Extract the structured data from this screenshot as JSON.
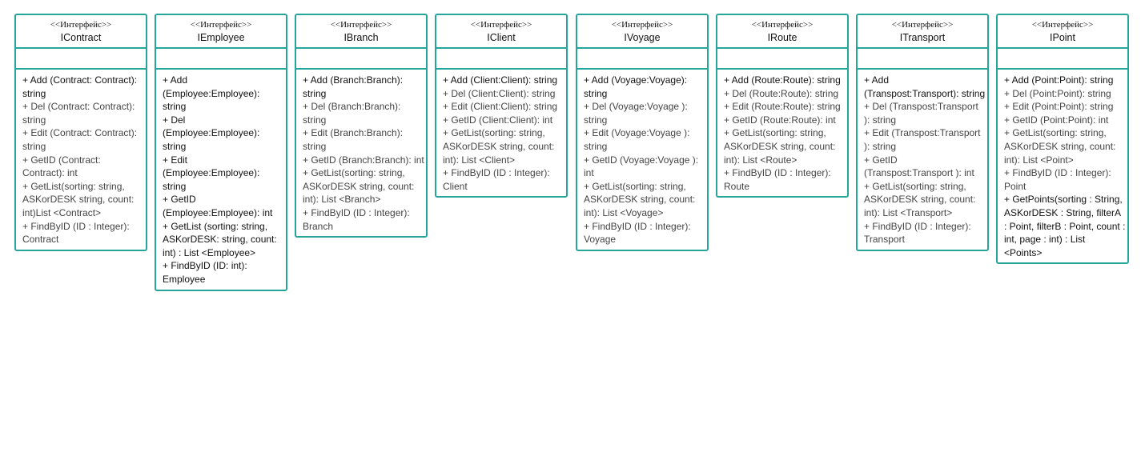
{
  "interfaces": [
    {
      "stereotype": "<<Интерфейс>>",
      "name": "IContract",
      "operations": [
        {
          "text": "+ Add (Contract: Contract): string",
          "emph": true
        },
        {
          "text": "+ Del (Contract: Contract): string",
          "emph": false
        },
        {
          "text": "+ Edit (Contract: Contract): string",
          "emph": false
        },
        {
          "text": "+ GetID (Contract: Contract): int",
          "emph": false
        },
        {
          "text": "+ GetList(sorting: string, ASKorDESK string, count: int)List <Contract>",
          "emph": false
        },
        {
          "text": "+ FindByID (ID : Integer): Contract",
          "emph": false
        }
      ]
    },
    {
      "stereotype": "<<Интерфейс>>",
      "name": "IEmployee",
      "operations": [
        {
          "text": "+ Add (Employee:Employee): string",
          "emph": true
        },
        {
          "text": "+ Del (Employee:Employee): string",
          "emph": true
        },
        {
          "text": "+ Edit (Employee:Employee): string",
          "emph": true
        },
        {
          "text": "+ GetID (Employee:Employee): int",
          "emph": true
        },
        {
          "text": "+ GetList (sorting: string, ASKorDESK: string, count: int) : List <Employee>",
          "emph": true
        },
        {
          "text": "+ FindByID (ID: int): Employee",
          "emph": true
        }
      ]
    },
    {
      "stereotype": "<<Интерфейс>>",
      "name": "IBranch",
      "operations": [
        {
          "text": "+ Add (Branch:Branch): string",
          "emph": true
        },
        {
          "text": "+ Del (Branch:Branch): string",
          "emph": false
        },
        {
          "text": "+ Edit (Branch:Branch): string",
          "emph": false
        },
        {
          "text": "+ GetID (Branch:Branch): int",
          "emph": false
        },
        {
          "text": "+ GetList(sorting: string, ASKorDESK string, count: int): List <Branch>",
          "emph": false
        },
        {
          "text": "+ FindByID (ID : Integer): Branch",
          "emph": false
        }
      ]
    },
    {
      "stereotype": "<<Интерфейс>>",
      "name": "IClient",
      "operations": [
        {
          "text": "+ Add (Client:Client): string",
          "emph": true
        },
        {
          "text": "+ Del (Client:Client): string",
          "emph": false
        },
        {
          "text": "+ Edit (Client:Client): string",
          "emph": false
        },
        {
          "text": "+ GetID (Client:Client): int",
          "emph": false
        },
        {
          "text": "+ GetList(sorting: string, ASKorDESK string, count: int): List <Client>",
          "emph": false
        },
        {
          "text": "+ FindByID (ID : Integer): Client",
          "emph": false
        }
      ]
    },
    {
      "stereotype": "<<Интерфейс>>",
      "name": "IVoyage",
      "operations": [
        {
          "text": "+ Add (Voyage:Voyage): string",
          "emph": true
        },
        {
          "text": "+ Del (Voyage:Voyage ): string",
          "emph": false
        },
        {
          "text": "+ Edit (Voyage:Voyage ): string",
          "emph": false
        },
        {
          "text": "+ GetID (Voyage:Voyage ): int",
          "emph": false
        },
        {
          "text": "+ GetList(sorting: string, ASKorDESK string, count: int): List <Voyage>",
          "emph": false
        },
        {
          "text": "+ FindByID (ID : Integer): Voyage",
          "emph": false
        }
      ]
    },
    {
      "stereotype": "<<Интерфейс>>",
      "name": "IRoute",
      "operations": [
        {
          "text": "+ Add (Route:Route): string",
          "emph": true
        },
        {
          "text": "+ Del (Route:Route): string",
          "emph": false
        },
        {
          "text": "+ Edit (Route:Route): string",
          "emph": false
        },
        {
          "text": "+ GetID (Route:Route): int",
          "emph": false
        },
        {
          "text": "+ GetList(sorting: string, ASKorDESK string, count: int): List <Route>",
          "emph": false
        },
        {
          "text": "+ FindByID (ID : Integer): Route",
          "emph": false
        }
      ]
    },
    {
      "stereotype": "<<Интерфейс>>",
      "name": "ITransport",
      "operations": [
        {
          "text": "+ Add (Transpost:Transport): string",
          "emph": true
        },
        {
          "text": "+ Del (Transpost:Transport ): string",
          "emph": false
        },
        {
          "text": "+ Edit (Transpost:Transport ): string",
          "emph": false
        },
        {
          "text": "+ GetID (Transpost:Transport ): int",
          "emph": false
        },
        {
          "text": "+ GetList(sorting: string, ASKorDESK string, count: int): List <Transport>",
          "emph": false
        },
        {
          "text": "+ FindByID (ID : Integer): Transport",
          "emph": false
        }
      ]
    },
    {
      "stereotype": "<<Интерфейс>>",
      "name": "IPoint",
      "operations": [
        {
          "text": "+ Add (Point:Point): string",
          "emph": true
        },
        {
          "text": "+ Del (Point:Point): string",
          "emph": false
        },
        {
          "text": "+ Edit (Point:Point): string",
          "emph": false
        },
        {
          "text": "+ GetID (Point:Point): int",
          "emph": false
        },
        {
          "text": "+ GetList(sorting: string, ASKorDESK string, count: int): List <Point>",
          "emph": false
        },
        {
          "text": "+ FindByID (ID : Integer): Point",
          "emph": false
        },
        {
          "text": "+ GetPoints(sorting : String, ASKorDESK : String, filterA : Point, filterB : Point, count : int, page : int) : List <Points>",
          "emph": true
        }
      ]
    }
  ]
}
